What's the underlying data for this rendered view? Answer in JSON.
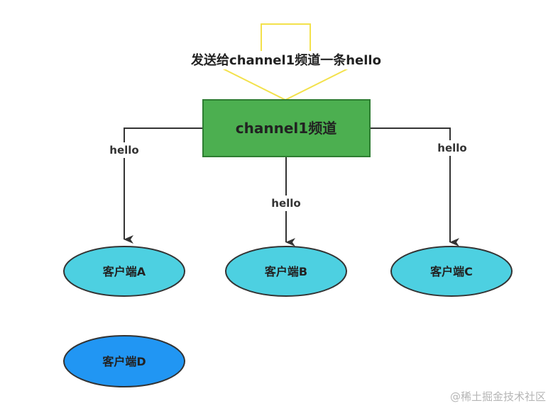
{
  "publish_arrow": {
    "label": "发送给channel1频道一条hello",
    "color": "#f3e14b"
  },
  "channel": {
    "label": "channel1频道",
    "fill": "#4caf50",
    "border": "#2e7d32"
  },
  "edges": [
    {
      "label": "hello"
    },
    {
      "label": "hello"
    },
    {
      "label": "hello"
    }
  ],
  "clients": [
    {
      "label": "客户端A",
      "fill": "#4dd0e1",
      "subscribed": true
    },
    {
      "label": "客户端B",
      "fill": "#4dd0e1",
      "subscribed": true
    },
    {
      "label": "客户端C",
      "fill": "#4dd0e1",
      "subscribed": true
    },
    {
      "label": "客户端D",
      "fill": "#2196f3",
      "subscribed": false
    }
  ],
  "edge_color": "#333333",
  "watermark": "@稀土掘金技术社区"
}
